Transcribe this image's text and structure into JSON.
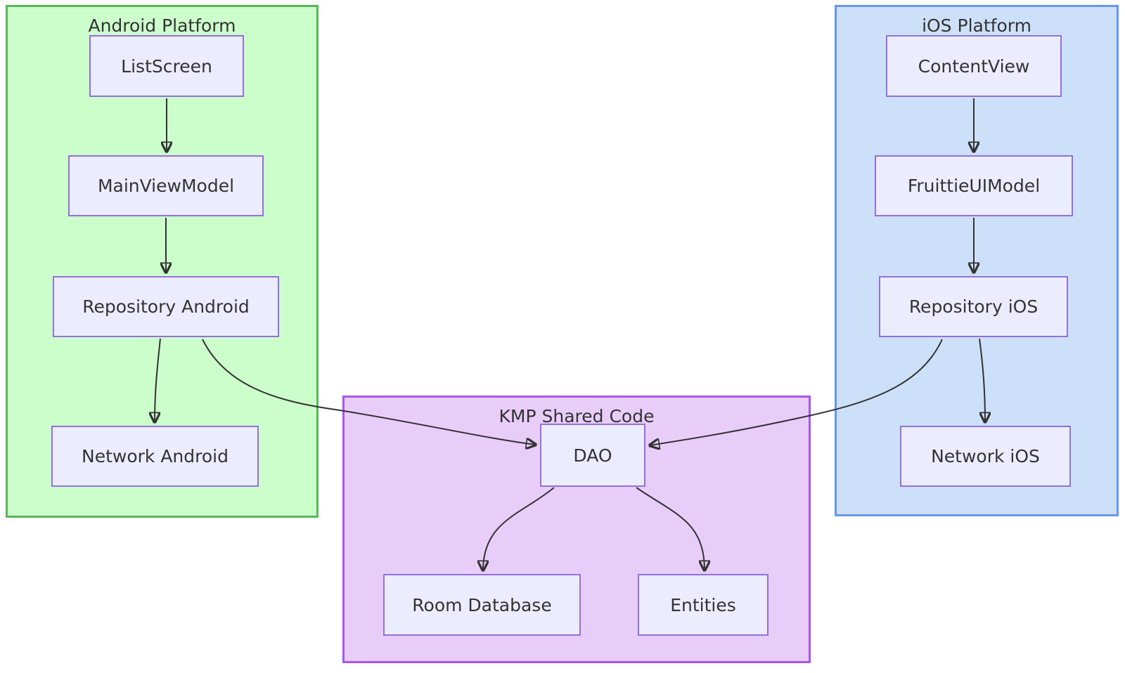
{
  "diagram": {
    "type": "flowchart",
    "groups": {
      "android": {
        "label": "Android Platform",
        "fill": "#ccfecc",
        "border": "#57b757"
      },
      "ios": {
        "label": "iOS Platform",
        "fill": "#cde0f9",
        "border": "#6596ef"
      },
      "kmp": {
        "label": "KMP Shared Code",
        "fill": "#e9cdf9",
        "border": "#a855f0"
      }
    },
    "node_style": {
      "fill": "#ececff",
      "border": "#9370db",
      "text_color": "#333333"
    },
    "edge_color": "#333333",
    "nodes": {
      "list_screen": {
        "label": "ListScreen",
        "group": "android"
      },
      "main_view_model": {
        "label": "MainViewModel",
        "group": "android"
      },
      "repository_android": {
        "label": "Repository Android",
        "group": "android"
      },
      "network_android": {
        "label": "Network Android",
        "group": "android"
      },
      "content_view": {
        "label": "ContentView",
        "group": "ios"
      },
      "fruittie_ui_model": {
        "label": "FruittieUIModel",
        "group": "ios"
      },
      "repository_ios": {
        "label": "Repository iOS",
        "group": "ios"
      },
      "network_ios": {
        "label": "Network iOS",
        "group": "ios"
      },
      "dao": {
        "label": "DAO",
        "group": "kmp"
      },
      "room_database": {
        "label": "Room Database",
        "group": "kmp"
      },
      "entities": {
        "label": "Entities",
        "group": "kmp"
      }
    },
    "edges": [
      {
        "from": "ListScreen",
        "to": "MainViewModel"
      },
      {
        "from": "MainViewModel",
        "to": "Repository Android"
      },
      {
        "from": "Repository Android",
        "to": "Network Android"
      },
      {
        "from": "Repository Android",
        "to": "DAO"
      },
      {
        "from": "ContentView",
        "to": "FruittieUIModel"
      },
      {
        "from": "FruittieUIModel",
        "to": "Repository iOS"
      },
      {
        "from": "Repository iOS",
        "to": "Network iOS"
      },
      {
        "from": "Repository iOS",
        "to": "DAO"
      },
      {
        "from": "DAO",
        "to": "Room Database"
      },
      {
        "from": "DAO",
        "to": "Entities"
      }
    ]
  }
}
